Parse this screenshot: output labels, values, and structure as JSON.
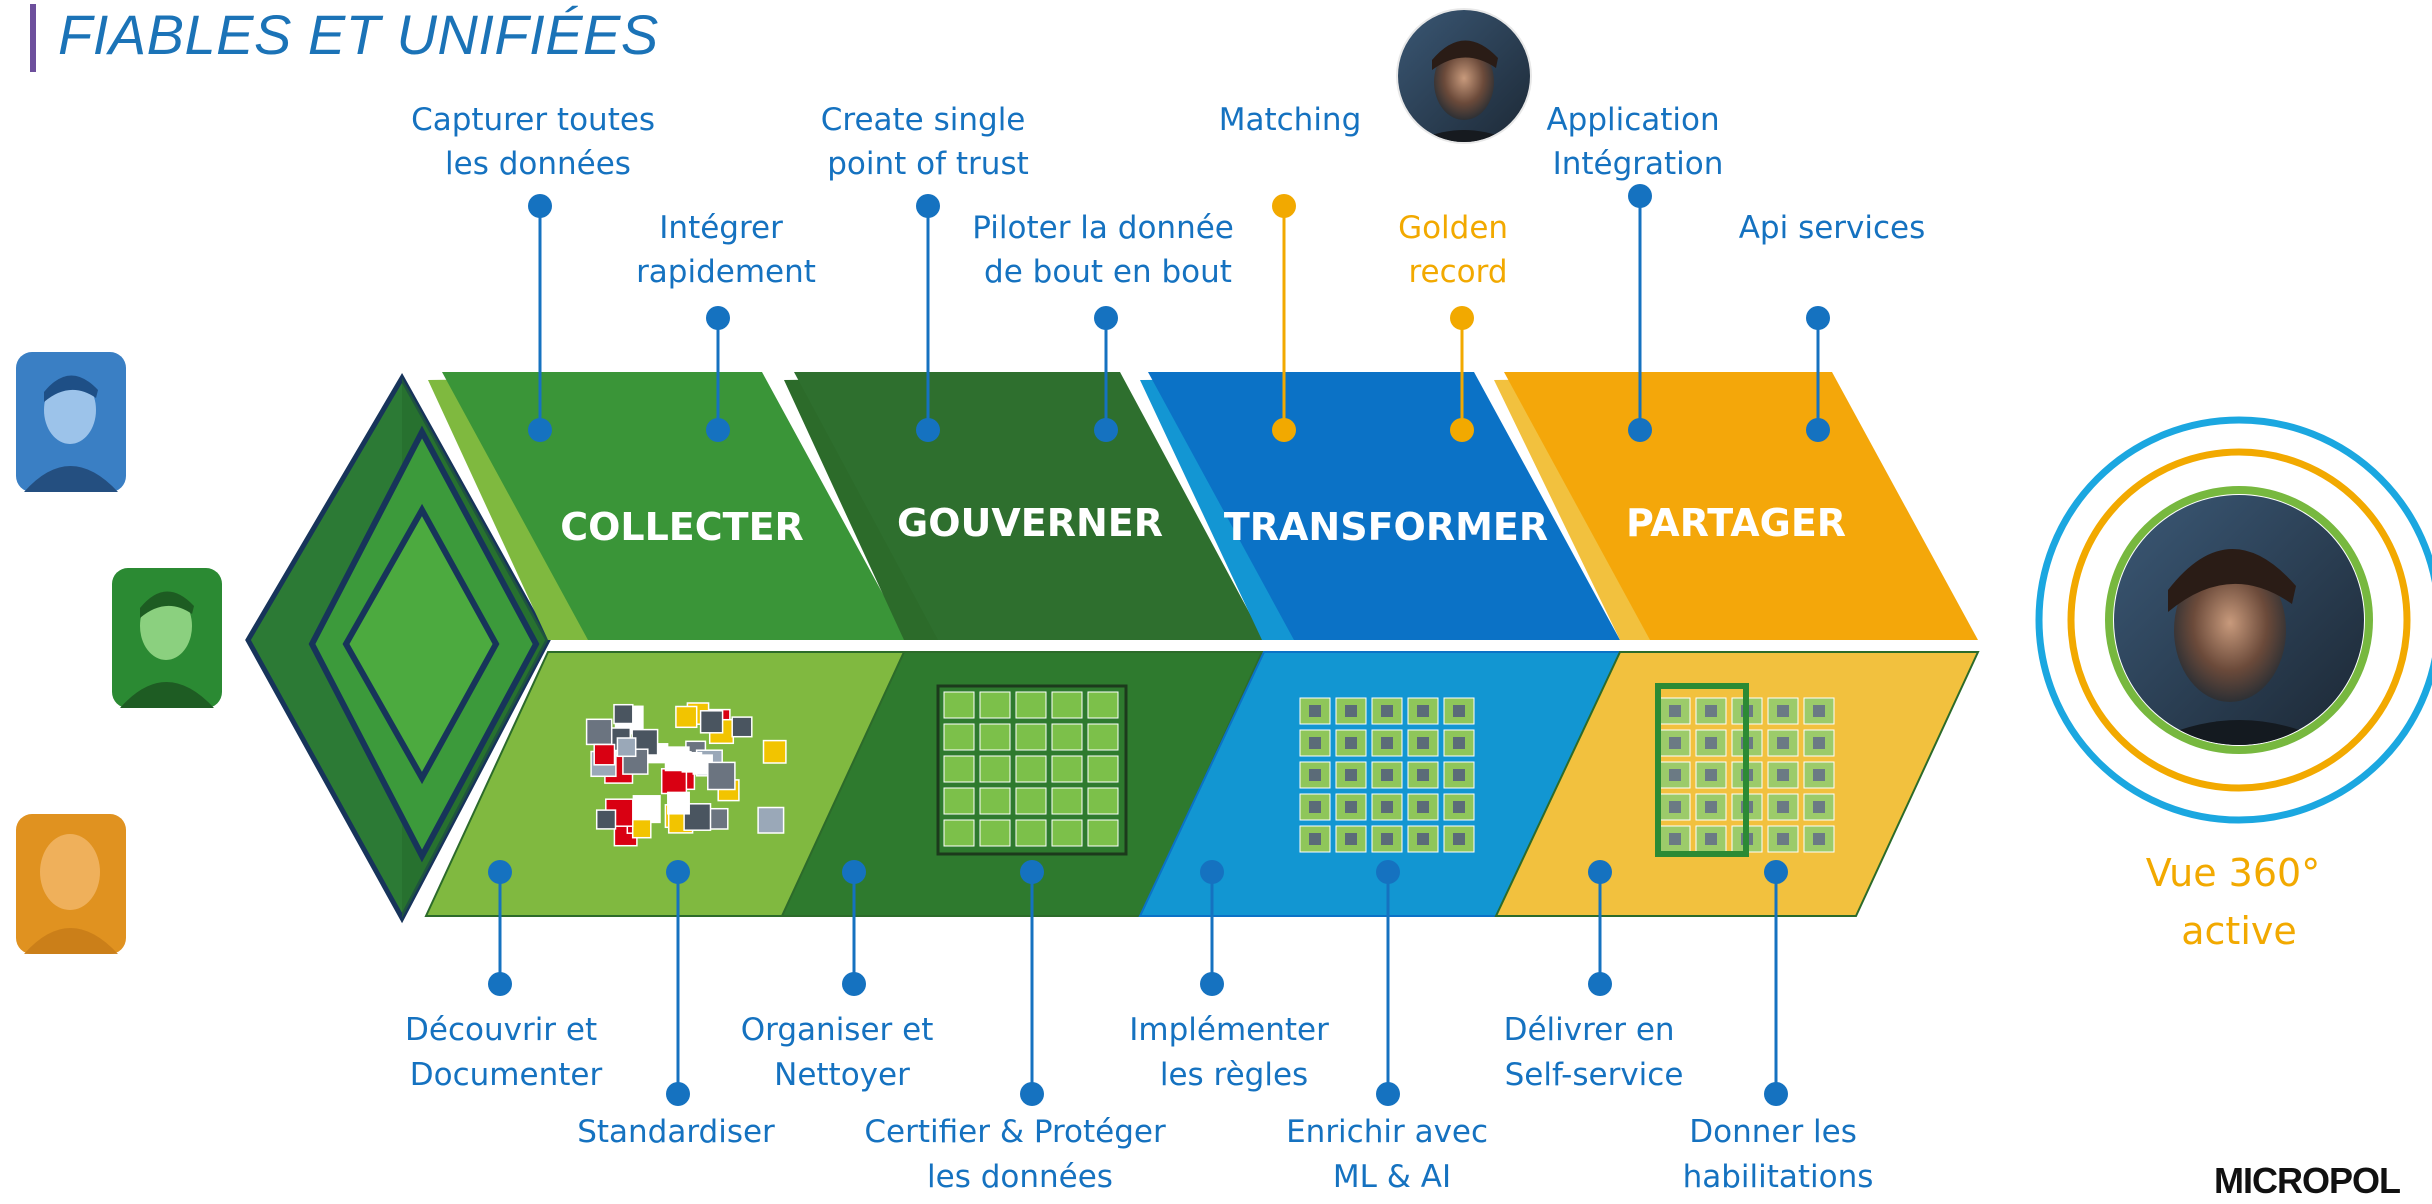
{
  "title": "FIABLES ET UNIFIÉES",
  "logo": "MICROPOL",
  "colors": {
    "blue_text": "#1572c0",
    "orange_text": "#f2a900",
    "green_light": "#80b940",
    "green_mid": "#3a9538",
    "green_dark": "#2c6f2d",
    "blue_mid": "#0b72c6",
    "blue_light": "#1296d2",
    "orange": "#f4a70a",
    "yellow": "#f2c13e"
  },
  "phases": [
    {
      "label": "COLLECTER"
    },
    {
      "label": "GOUVERNER"
    },
    {
      "label": "TRANSFORMER"
    },
    {
      "label": "PARTAGER"
    }
  ],
  "top_callouts": [
    {
      "lines": [
        "Capturer toutes",
        "les données"
      ],
      "color": "blue"
    },
    {
      "lines": [
        "Intégrer",
        "rapidement"
      ],
      "color": "blue"
    },
    {
      "lines": [
        "Create single",
        "point of trust"
      ],
      "color": "blue"
    },
    {
      "lines": [
        "Piloter la donnée",
        "de bout en bout"
      ],
      "color": "blue"
    },
    {
      "lines": [
        "Matching"
      ],
      "color": "orange_dot"
    },
    {
      "lines": [
        "Golden",
        "record"
      ],
      "color": "orange"
    },
    {
      "lines": [
        "Application",
        "Intégration"
      ],
      "color": "blue"
    },
    {
      "lines": [
        "Api services"
      ],
      "color": "blue"
    }
  ],
  "bottom_callouts": [
    {
      "lines": [
        "Découvrir et",
        "Documenter"
      ]
    },
    {
      "lines": [
        "Standardiser"
      ]
    },
    {
      "lines": [
        "Organiser et",
        "Nettoyer"
      ]
    },
    {
      "lines": [
        "Certifier & Protéger",
        "les données"
      ]
    },
    {
      "lines": [
        "Implémenter",
        "les règles"
      ]
    },
    {
      "lines": [
        "Enrichir avec",
        "ML & AI"
      ]
    },
    {
      "lines": [
        "Délivrer en",
        "Self-service"
      ]
    },
    {
      "lines": [
        "Donner les",
        "habilitations"
      ]
    }
  ],
  "result": {
    "lines": [
      "Vue 360°",
      "active"
    ]
  }
}
